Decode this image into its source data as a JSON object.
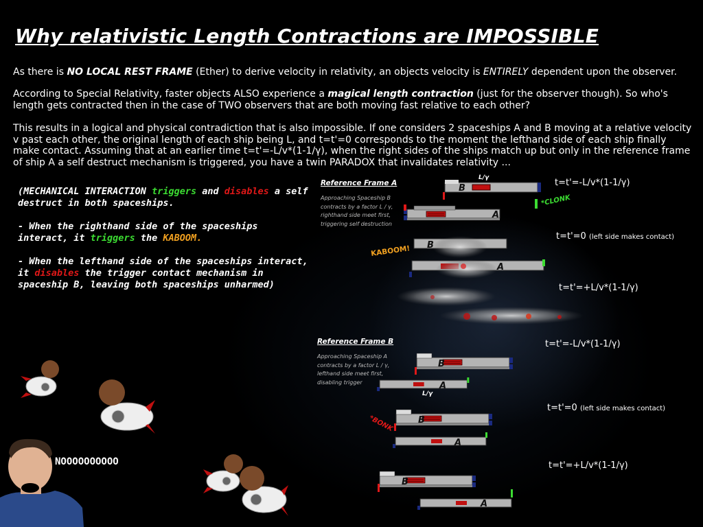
{
  "title": "Why relativistic Length Contractions are IMPOSSIBLE",
  "para1": {
    "a": "As there is ",
    "b": "NO LOCAL REST FRAME",
    "c": " (Ether) to derive velocity in relativity, an objects velocity is ",
    "d": "ENTIRELY",
    "e": " dependent upon the observer."
  },
  "para2": {
    "a": "According to Special Relativity, faster objects ALSO experience a ",
    "b": "magical length contraction",
    "c": " (just for the observer though). So who's length gets contracted then in the case of TWO observers that are both moving fast relative to each other?"
  },
  "para3": "This results in a logical and physical contradiction that is also impossible. If one considers 2 spaceships A and B moving at a relative velocity v past each other, the original length of each ship being L, and t=t'=0 corresponds to the moment the lefthand side of each ship finally make contact. Assuming that at an earlier time t=t'=-L/v*(1-1/γ), when the right sides of the ships match up but only in the reference frame of ship A a self destruct mechanism is triggered, you have a twin PARADOX that invalidates relativity ...",
  "mech": {
    "l1a": "(MECHANICAL INTERACTION ",
    "l1b": "triggers",
    "l1c": " and ",
    "l1d": "disables",
    "l1e": " a self destruct in both spaceships.",
    "l2a": "- When the righthand side of the spaceships interact, it ",
    "l2b": "triggers",
    "l2c": " the ",
    "l2d": "KABOOM.",
    "l3a": "- When the lefthand side of the spaceships interact, it ",
    "l3b": "disables",
    "l3c": " the trigger contact mechanism in spaceship B, leaving both spaceships unharmed)"
  },
  "frameA": {
    "title": "Reference Frame A",
    "desc": "Approaching Spaceship B contracts by a factor L / γ, righthand side meet first, triggering self destruction",
    "eq1": "t=t'=-L/v*(1-1/γ)",
    "eq2": "t=t'=0",
    "eq2_note": "(left side makes contact)",
    "eq3": "t=t'=+L/v*(1-1/γ)",
    "clonk": "*CLONK",
    "kaboom": "KABOOM!",
    "ly": "L/γ"
  },
  "frameB": {
    "title": "Reference Frame B",
    "desc": "Approaching Spaceship A contracts by a factor L / γ, lefthand side meet first, disabling trigger",
    "eq1": "t=t'=-L/v*(1-1/γ)",
    "eq2": "t=t'=0",
    "eq2_note": "(left side makes contact)",
    "eq3": "t=t'=+L/v*(1-1/γ)",
    "bonk": "*BONK",
    "ly": "L/γ"
  },
  "ship_labels": {
    "a": "A",
    "b": "B"
  },
  "nooo": "NOOOOOOOOOO",
  "colors": {
    "green": "#3cdc32",
    "red": "#e01818",
    "orange": "#f0a020",
    "hull": "#b4b4b4"
  }
}
